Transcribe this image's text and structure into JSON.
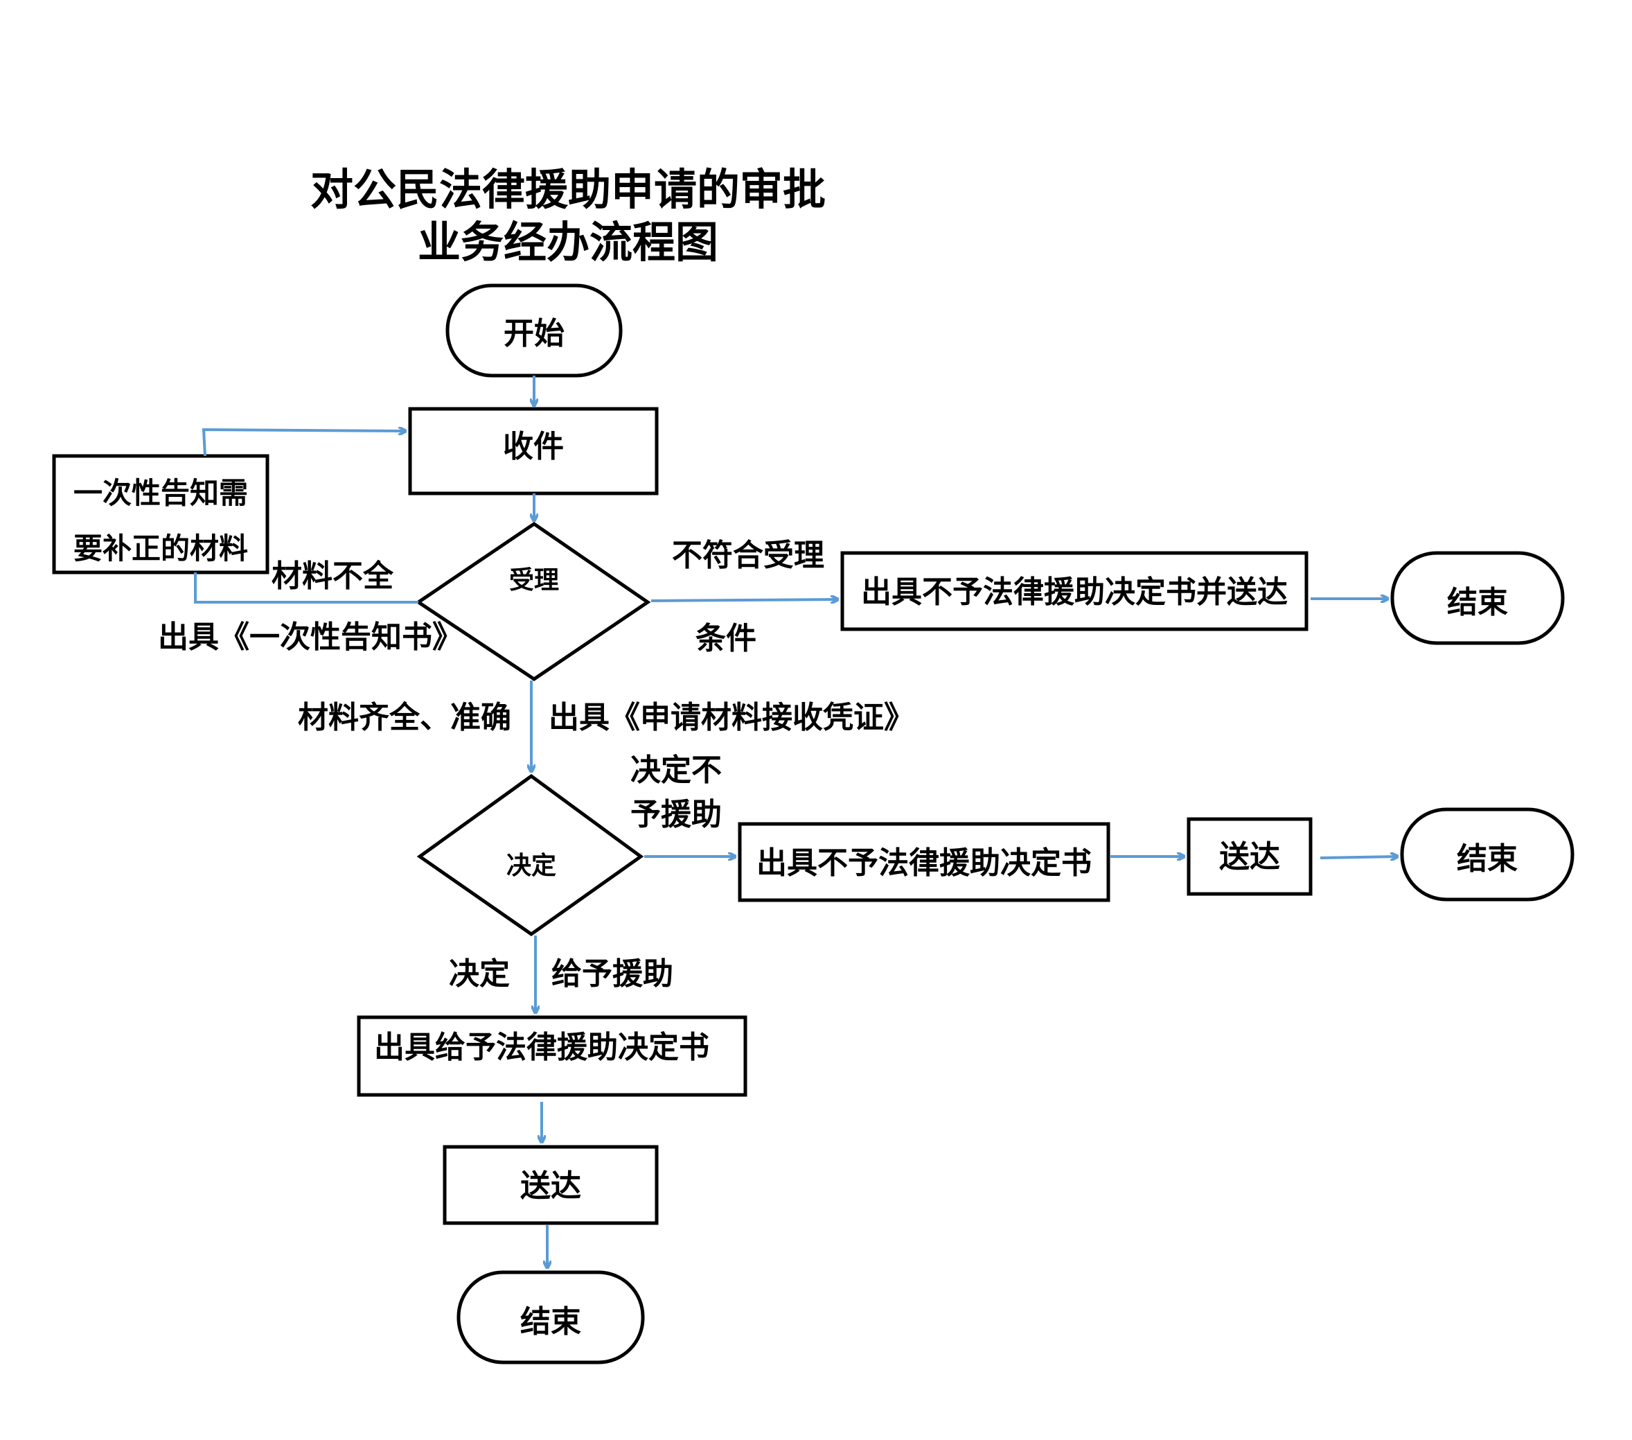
{
  "title": {
    "line1": "对公民法律援助申请的审批",
    "line2": "业务经办流程图"
  },
  "nodes": {
    "start": "开始",
    "receive": "收件",
    "notice_line1": "一次性告知需",
    "notice_line2": "要补正的材料",
    "accept": "受理",
    "reject_accept": "出具不予法律援助决定书并送达",
    "end_1": "结束",
    "decide": "决定",
    "deny_doc": "出具不予法律援助决定书",
    "deliver_deny": "送达",
    "end_2": "结束",
    "grant_doc": "出具给予法律援助决定书",
    "deliver_grant": "送达",
    "end_3": "结束"
  },
  "edges": {
    "incomplete": "材料不全",
    "issue_notice": "出具《一次性告知书》",
    "not_meet": "不符合受理",
    "condition": "条件",
    "complete": "材料齐全、准确",
    "issue_receipt": "出具《申请材料接收凭证》",
    "deny_line1": "决定不",
    "deny_line2": "予援助",
    "grant_decide": "决定",
    "grant_aid": "给予援助"
  },
  "colors": {
    "arrow": "#5b9bd5",
    "outline": "#000000"
  }
}
